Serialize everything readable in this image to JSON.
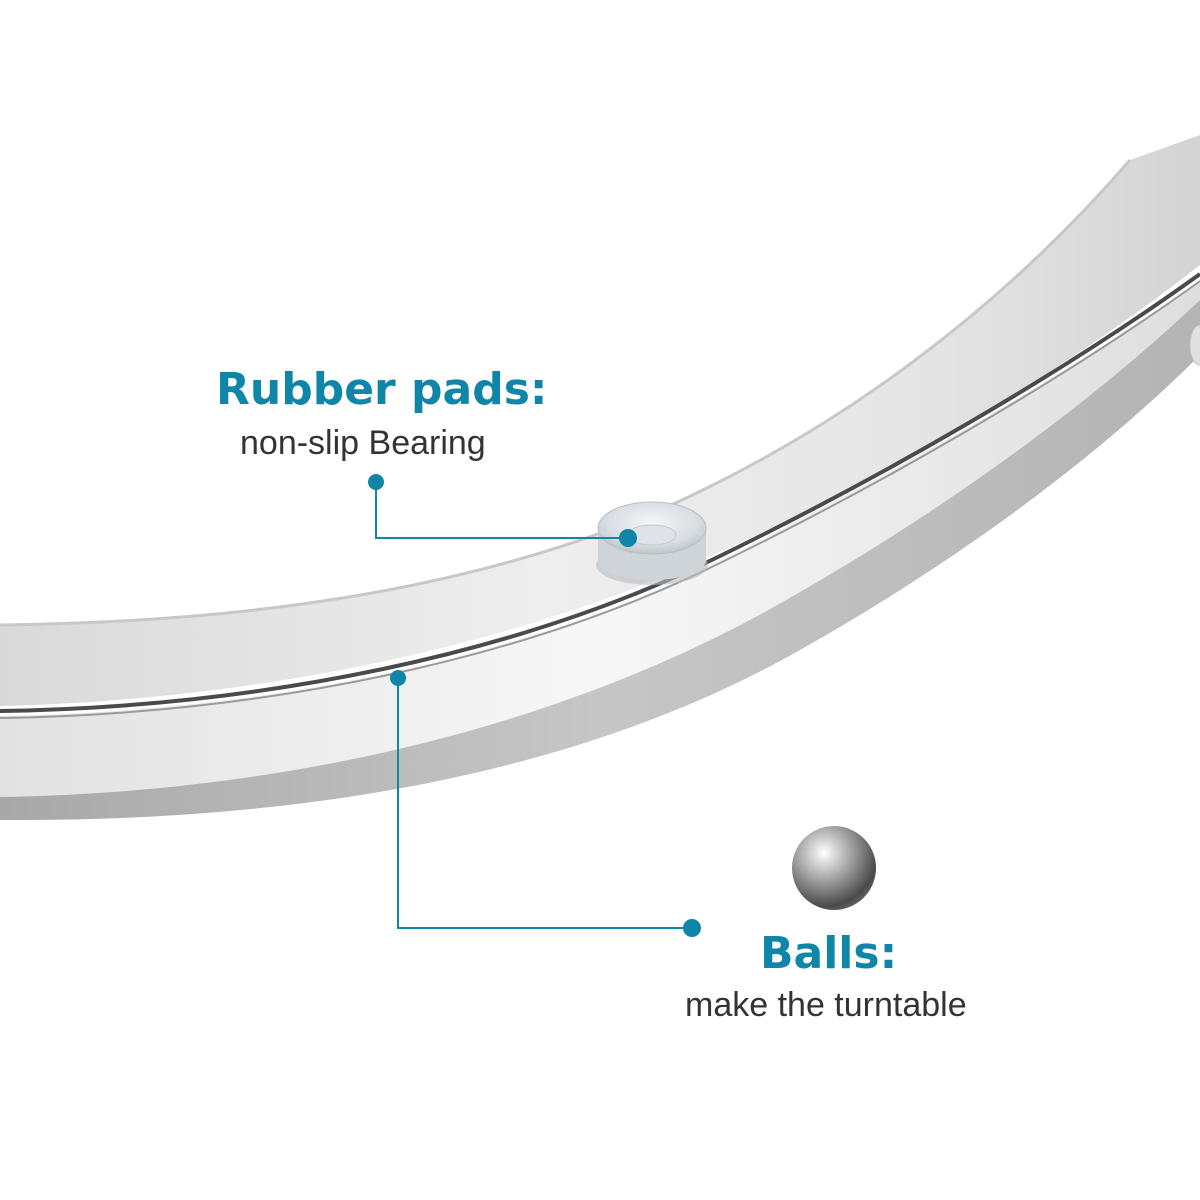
{
  "colors": {
    "accent": "#0f85a8",
    "text_dark": "#333333"
  },
  "callouts": {
    "rubber_pads": {
      "title": "Rubber pads:",
      "subtitle": "non-slip Bearing"
    },
    "balls": {
      "title": "Balls:",
      "subtitle": "make the turntable"
    }
  }
}
